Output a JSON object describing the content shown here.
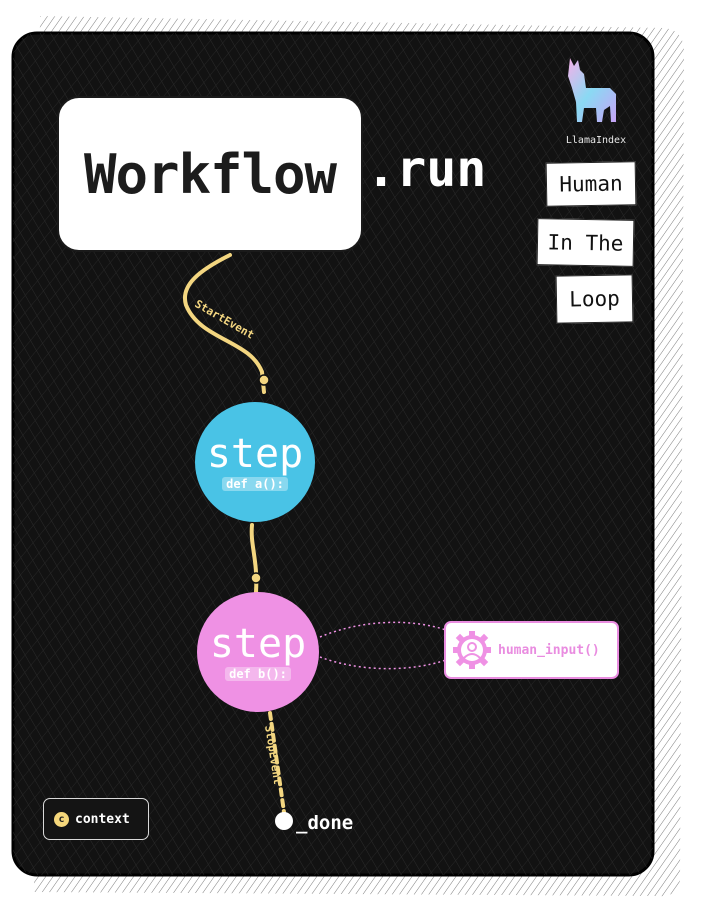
{
  "title": {
    "main": "Workflow",
    "suffix": ".run"
  },
  "brand": {
    "logo_icon": "llama-icon",
    "name": "LlamaIndex"
  },
  "tags": [
    "Human",
    "In The",
    "Loop"
  ],
  "edges": {
    "start_event": "StartEvent",
    "stop_event": "StopEvent"
  },
  "steps": [
    {
      "title": "step",
      "code": "def a():",
      "color": "#49c3e6"
    },
    {
      "title": "step",
      "code": "def b():",
      "color": "#ef91e4"
    }
  ],
  "human": {
    "icon": "user-gear-icon",
    "label": "human_input()",
    "color": "#e98ce0"
  },
  "context": {
    "icon_letter": "c",
    "label": "context",
    "color": "#f5d77b"
  },
  "done": {
    "label": "_done"
  },
  "colors": {
    "background": "#111111",
    "edge": "#f3d680",
    "accent_pink": "#ef91e4",
    "accent_blue": "#49c3e6"
  }
}
